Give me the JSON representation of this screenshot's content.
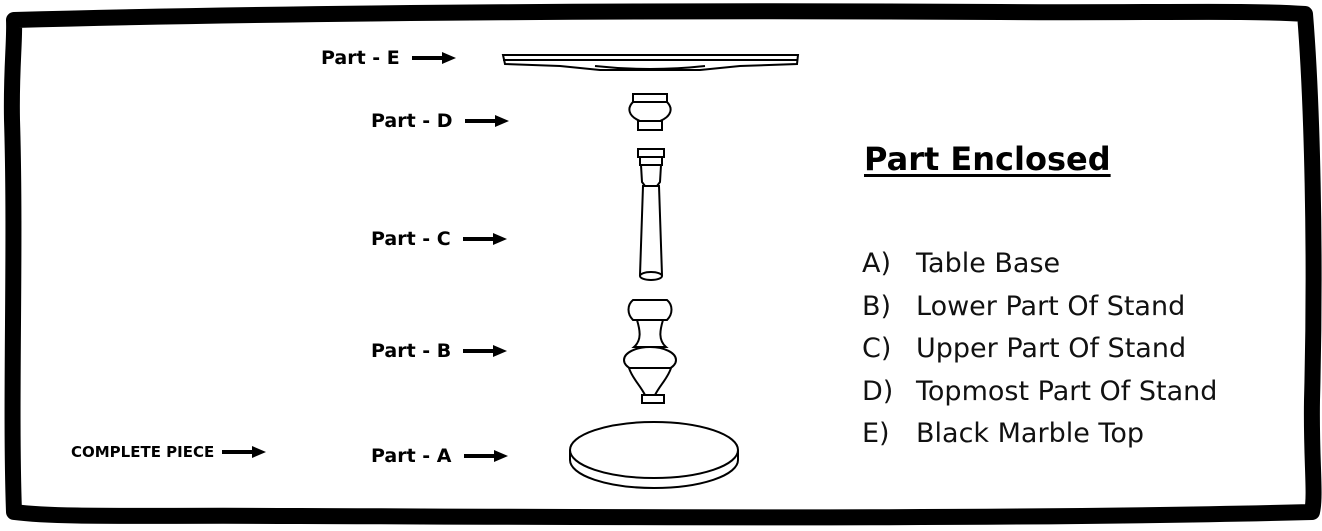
{
  "parts": [
    {
      "id": "E",
      "label": "Part - E"
    },
    {
      "id": "D",
      "label": "Part - D"
    },
    {
      "id": "C",
      "label": "Part - C"
    },
    {
      "id": "B",
      "label": "Part - B"
    },
    {
      "id": "A",
      "label": "Part - A"
    }
  ],
  "complete_label": "COMPLETE PIECE",
  "legend": {
    "title": "Part Enclosed",
    "items": [
      {
        "letter": "A)",
        "text": "Table Base"
      },
      {
        "letter": "B)",
        "text": "Lower Part Of Stand"
      },
      {
        "letter": "C)",
        "text": "Upper Part Of Stand"
      },
      {
        "letter": "D)",
        "text": "Topmost Part Of Stand"
      },
      {
        "letter": "E)",
        "text": "Black Marble Top"
      }
    ]
  }
}
